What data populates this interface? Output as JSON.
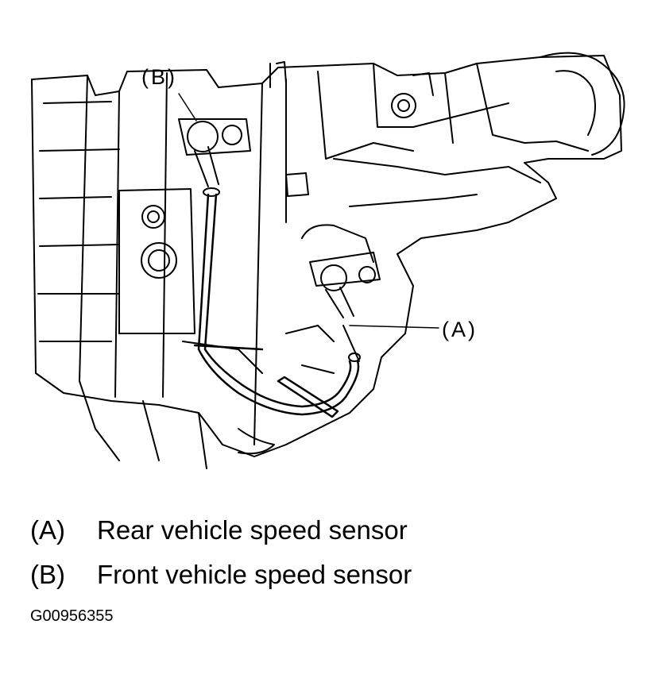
{
  "callouts": {
    "a": "(A)",
    "b": "(B)"
  },
  "legend": {
    "items": [
      {
        "key": "(A)",
        "label": "Rear vehicle speed sensor"
      },
      {
        "key": "(B)",
        "label": "Front vehicle speed sensor"
      }
    ]
  },
  "figure_id": "G00956355",
  "colors": {
    "ink": "#000000",
    "paper": "#ffffff"
  }
}
